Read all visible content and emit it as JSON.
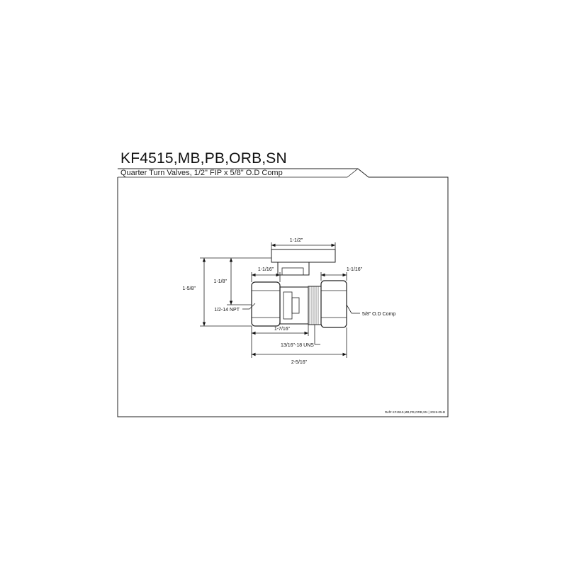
{
  "header": {
    "title": "KF4515,MB,PB,ORB,SN",
    "subtitle": "Quarter Turn Valves, 1/2\" FIP x 5/8\" O.D Comp"
  },
  "dimensions": {
    "handle_width": "1-1/2\"",
    "overall_height": "1-5/8\"",
    "center_height": "1-1/8\"",
    "left_nut": "1-1/16\"",
    "right_nut": "1-1/16\"",
    "inlet_thread": "1/2-14 NPT",
    "outlet_comp": "5/8\" O.D Comp",
    "inlet_to_thread": "1-7/16\"",
    "outlet_thread": "13/16\"-18 UNS",
    "overall_length": "2-5/16\""
  },
  "footer": {
    "reference": "Ref# KF4515,MB,PB,ORB,SN | 2019-05-B"
  }
}
